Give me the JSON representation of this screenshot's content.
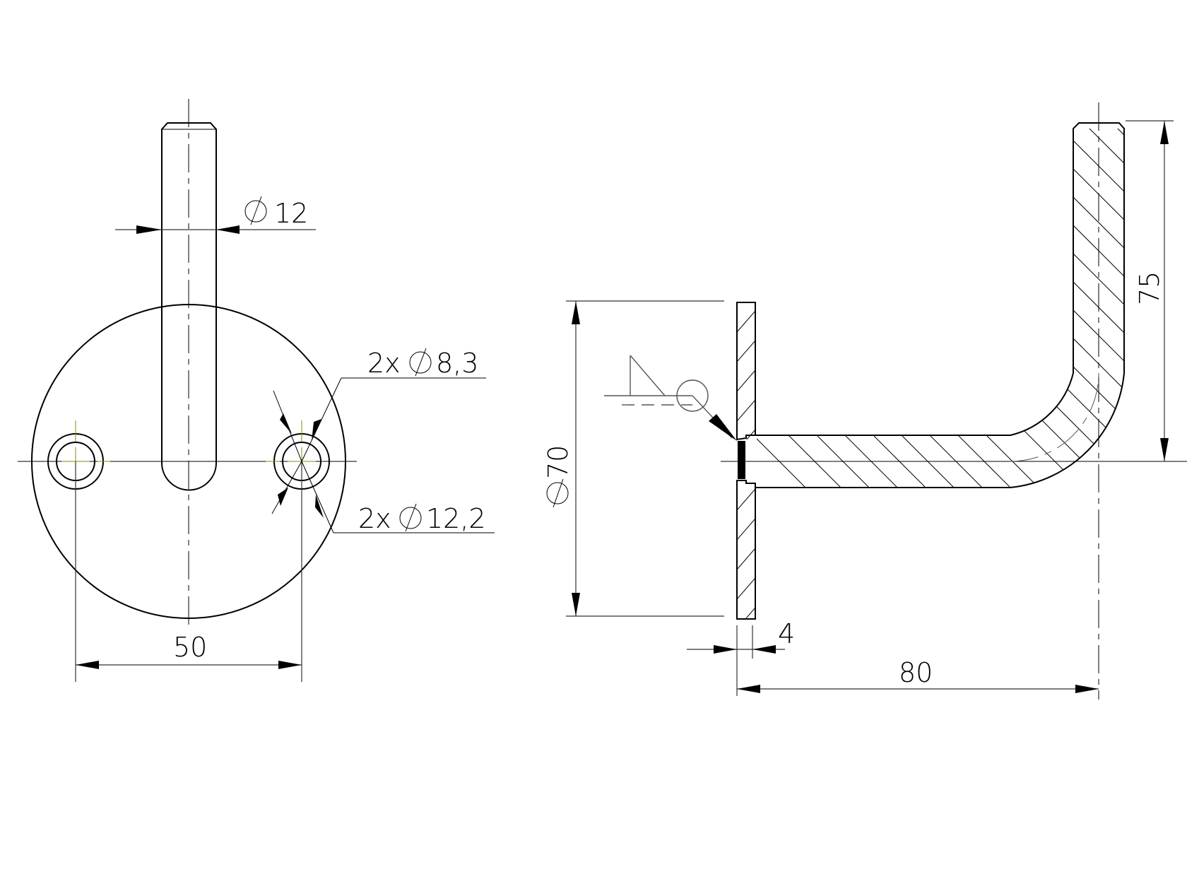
{
  "drawing": {
    "type": "technical-drawing",
    "part": "handrail bracket",
    "views": [
      "front-view",
      "side-section-view"
    ]
  },
  "front_view": {
    "rod_diameter": {
      "symbol": "⌀",
      "value": "12"
    },
    "hole_diameter": {
      "prefix": "2x",
      "symbol": "⌀",
      "value": "8,3"
    },
    "counterbore_diameter": {
      "prefix": "2x",
      "symbol": "⌀",
      "value": "12,2"
    },
    "hole_spacing": {
      "value": "50"
    }
  },
  "side_view": {
    "plate_diameter": {
      "symbol": "⌀",
      "value": "70"
    },
    "plate_thickness": {
      "value": "4"
    },
    "horizontal_length": {
      "value": "80"
    },
    "vertical_height": {
      "value": "75"
    },
    "weld_symbol": "fillet-weld-all-around"
  },
  "colors": {
    "line": "#000000",
    "dimension": "#333333",
    "center_mark": "#8a8a10",
    "background": "#ffffff"
  }
}
